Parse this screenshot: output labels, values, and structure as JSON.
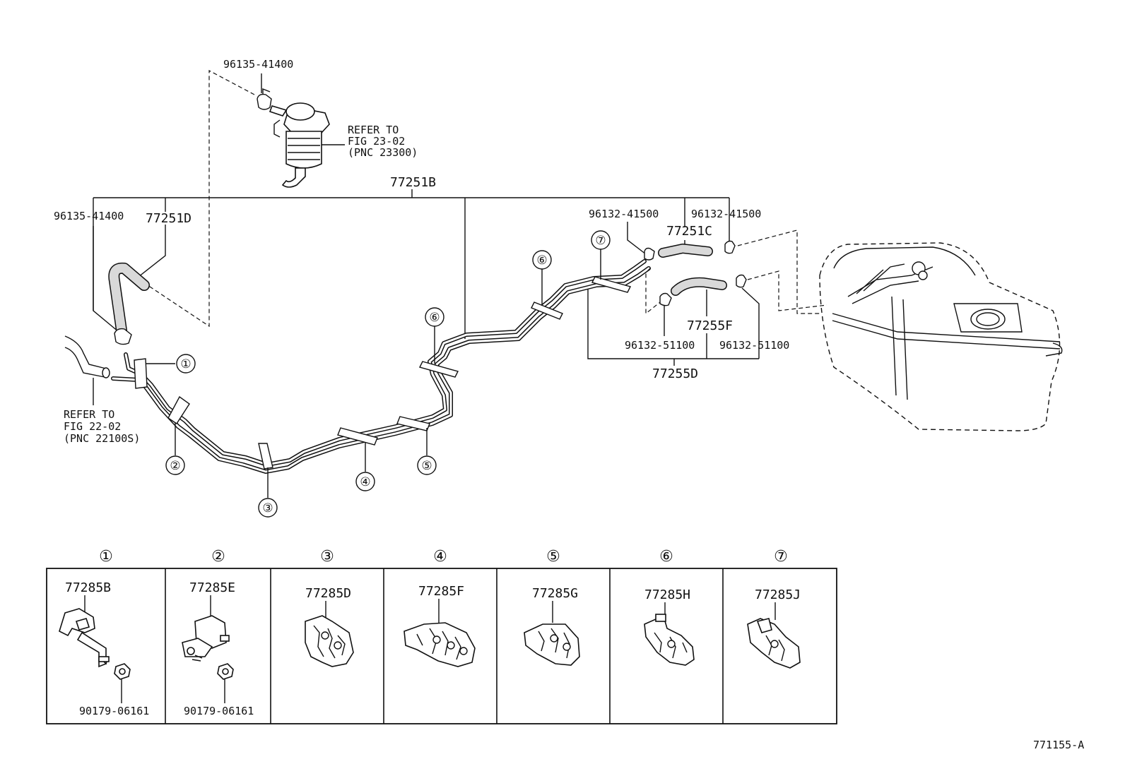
{
  "labels": {
    "top_clamp": "96135-41400",
    "refer_fig23": [
      "REFER TO",
      "FIG 23-02",
      "(PNC 23300)"
    ],
    "main_tube": "77251B",
    "left_clamp": "96135-41400",
    "left_hose": "77251D",
    "clamp_top_a": "96132-41500",
    "clamp_top_b": "96132-41500",
    "mid_hose_top": "77251C",
    "mid_hose_bottom": "77255F",
    "clamp_bottom_a": "96132-51100",
    "clamp_bottom_b": "96132-51100",
    "bottom_group": "77255D",
    "refer_fig22": [
      "REFER TO",
      "FIG 22-02",
      "(PNC 22100S)"
    ],
    "figure_code": "771155-A"
  },
  "callouts": [
    "①",
    "②",
    "③",
    "④",
    "⑤",
    "⑥",
    "⑦"
  ],
  "table": [
    {
      "num": "①",
      "part": "77285B",
      "bolt": "90179-06161"
    },
    {
      "num": "②",
      "part": "77285E",
      "bolt": "90179-06161"
    },
    {
      "num": "③",
      "part": "77285D",
      "bolt": ""
    },
    {
      "num": "④",
      "part": "77285F",
      "bolt": ""
    },
    {
      "num": "⑤",
      "part": "77285G",
      "bolt": ""
    },
    {
      "num": "⑥",
      "part": "77285H",
      "bolt": ""
    },
    {
      "num": "⑦",
      "part": "77285J",
      "bolt": ""
    }
  ]
}
